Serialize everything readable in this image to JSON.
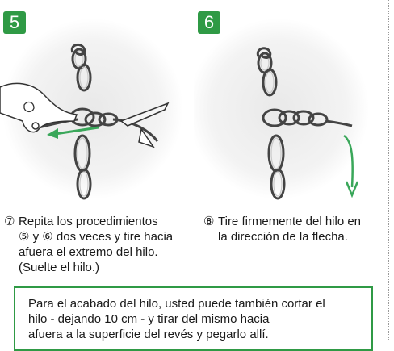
{
  "steps": [
    {
      "number": "5",
      "caption": {
        "marker": "⑦",
        "lines": [
          "Repita los procedimientos",
          "⑤ y ⑥ dos veces y tire hacia",
          "afuera el extremo del hilo.",
          "(Suelte el hilo.)"
        ]
      }
    },
    {
      "number": "6",
      "caption": {
        "marker": "⑧",
        "lines": [
          "Tire firmemente del hilo en",
          "la dirección de la flecha."
        ]
      }
    }
  ],
  "note": {
    "lines": [
      "Para el acabado del hilo, usted puede también cortar el",
      "hilo - dejando 10 cm - y tirar del mismo hacia",
      "afuera a la superficie del revés y pegarlo allí."
    ]
  },
  "colors": {
    "accent_green": "#2f9a45",
    "arrow_green": "#3aa75a",
    "illus_bg": "#efefef"
  }
}
